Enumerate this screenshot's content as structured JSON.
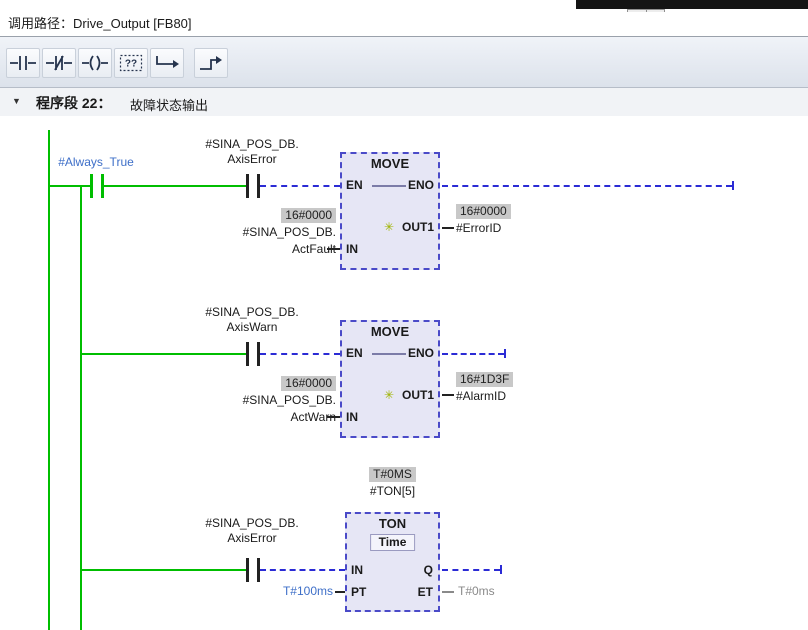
{
  "colors": {
    "energized": "#00BE00",
    "inactive_dash": "#2B2BD5",
    "box_fill": "#E6E6F5",
    "badge_bg": "#C8C8C8",
    "operand_blue": "#3E6FC8"
  },
  "window_fragment": {
    "spinner_up": "▲",
    "spinner_down": "▼"
  },
  "call_path": {
    "label": "调用路径：",
    "value": "Drive_Output [FB80]"
  },
  "toolbar": {
    "buttons": [
      {
        "icon": "no-contact"
      },
      {
        "icon": "nc-contact"
      },
      {
        "icon": "coil"
      },
      {
        "icon": "empty-box",
        "glyph": "??"
      },
      {
        "icon": "open-branch"
      },
      {
        "icon": "close-branch"
      }
    ]
  },
  "network": {
    "collapse_icon": "▼",
    "number": "程序段 22：",
    "title": "故障状态输出"
  },
  "ladder": {
    "always_contact": "#Always_True",
    "rungs": [
      {
        "contact": {
          "line1": "#SINA_POS_DB.",
          "line2": "AxisError"
        },
        "box": {
          "title": "MOVE",
          "en": "EN",
          "eno": "ENO",
          "out": "OUT1",
          "in": "IN"
        },
        "in_param": {
          "value": "16#0000",
          "op1": "#SINA_POS_DB.",
          "op2": "ActFault"
        },
        "out_param": {
          "value": "16#0000",
          "operand": "#ErrorID"
        }
      },
      {
        "contact": {
          "line1": "#SINA_POS_DB.",
          "line2": "AxisWarn"
        },
        "box": {
          "title": "MOVE",
          "en": "EN",
          "eno": "ENO",
          "out": "OUT1",
          "in": "IN"
        },
        "in_param": {
          "value": "16#0000",
          "op1": "#SINA_POS_DB.",
          "op2": "ActWarn"
        },
        "out_param": {
          "value": "16#1D3F",
          "operand": "#AlarmID"
        }
      },
      {
        "contact": {
          "line1": "#SINA_POS_DB.",
          "line2": "AxisError"
        },
        "box": {
          "title": "TON",
          "subtitle": "Time",
          "in": "IN",
          "q": "Q",
          "pt": "PT",
          "et": "ET"
        },
        "timer_header": {
          "value": "T#0MS",
          "operand": "#TON[5]"
        },
        "pt_value": "T#100ms",
        "et_value": "T#0ms"
      }
    ]
  }
}
